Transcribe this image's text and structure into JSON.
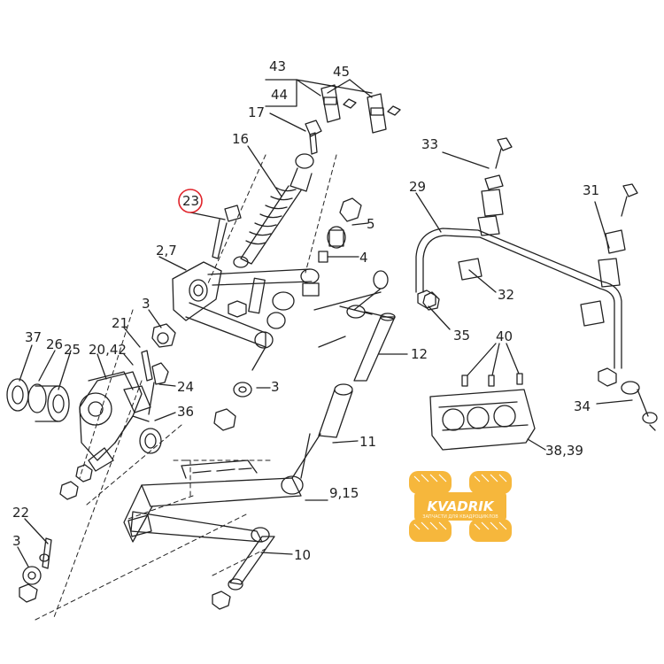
{
  "diagram": {
    "labels": {
      "l43": "43",
      "l44": "44",
      "l45": "45",
      "l17": "17",
      "l16": "16",
      "l23": "23",
      "l5": "5",
      "l4": "4",
      "l27": "2,7",
      "l3a": "3",
      "l21": "21",
      "l37": "37",
      "l26": "26",
      "l25": "25",
      "l2042": "20,42",
      "l24": "24",
      "l36": "36",
      "l3b": "3",
      "l33": "33",
      "l29": "29",
      "l31": "31",
      "l32": "32",
      "l35": "35",
      "l40": "40",
      "l12": "12",
      "l34": "34",
      "l3839": "38,39",
      "l11": "11",
      "l915": "9,15",
      "l22": "22",
      "l3c": "3",
      "l10": "10"
    },
    "highlight_color": "#e0242b",
    "line_color": "#222222"
  },
  "logo": {
    "text": "KVADRIK",
    "subtext": "ЗАПЧАСТИ ДЛЯ КВАДРОЦИКЛОВ",
    "color": "#f6b73c"
  }
}
